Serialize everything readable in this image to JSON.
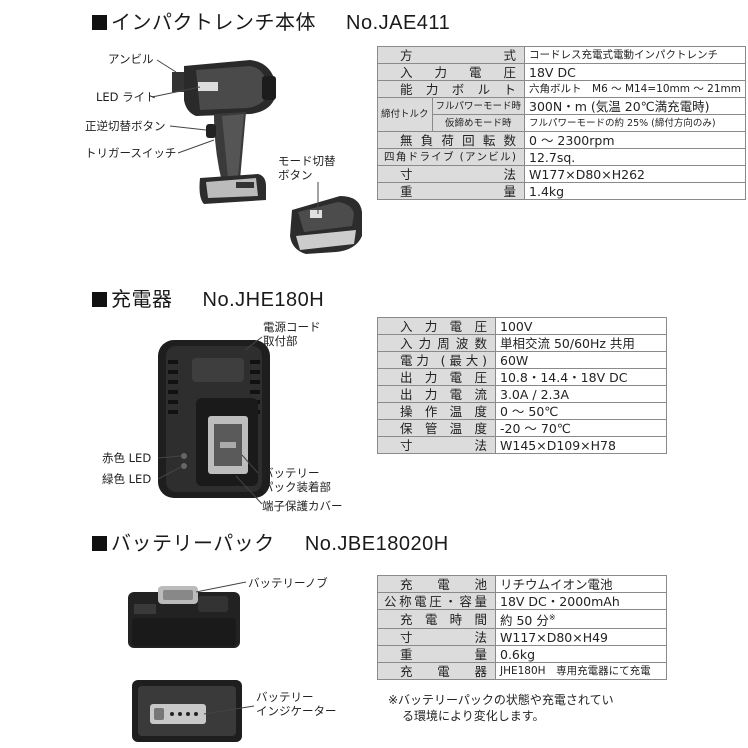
{
  "section1": {
    "title": "インパクトレンチ本体",
    "model": "No.JAE411",
    "labels": {
      "anvil": "アンビル",
      "led": "LED ライト",
      "reverse": "正逆切替ボタン",
      "trigger": "トリガースイッチ",
      "mode_line1": "モード切替",
      "mode_line2": "ボタン"
    },
    "specs": [
      {
        "k": "方　　式",
        "v": "コードレス充電式電動インパクトレンチ"
      },
      {
        "k": "入力電圧",
        "v": "18V DC"
      },
      {
        "k": "能力ボルト",
        "v": "六角ボルト　M6 ～ M14=10mm ～ 21mm"
      },
      {
        "k1": "締付トルク",
        "k2": "フルパワーモード時",
        "v": "300N・m (気温 20℃満充電時)"
      },
      {
        "k2": "仮締めモード時",
        "v": "フルパワーモードの約 25% (締付方向のみ)"
      },
      {
        "k": "無負荷回転数",
        "v": "0 ～ 2300rpm"
      },
      {
        "k": "四角ドライブ (アンビル)",
        "v": "12.7sq."
      },
      {
        "k": "寸　　法",
        "v": "W177×D80×H262"
      },
      {
        "k": "重　　量",
        "v": "1.4kg"
      }
    ]
  },
  "section2": {
    "title": "充電器",
    "model": "No.JHE180H",
    "labels": {
      "cord_line1": "電源コード",
      "cord_line2": "取付部",
      "red_led": "赤色 LED",
      "green_led": "緑色 LED",
      "slot_line1": "バッテリー",
      "slot_line2": "パック装着部",
      "cover": "端子保護カバー"
    },
    "specs": [
      {
        "k": "入力電圧",
        "v": "100V"
      },
      {
        "k": "入力周波数",
        "v": "単相交流 50/60Hz 共用"
      },
      {
        "k": "電力 (最大)",
        "v": "60W"
      },
      {
        "k": "出力電圧",
        "v": "10.8・14.4・18V DC"
      },
      {
        "k": "出力電流",
        "v": "3.0A / 2.3A"
      },
      {
        "k": "操作温度",
        "v": "0 ～ 50℃"
      },
      {
        "k": "保管温度",
        "v": "-20 ～ 70℃"
      },
      {
        "k": "寸　　法",
        "v": "W145×D109×H78"
      }
    ]
  },
  "section3": {
    "title": "バッテリーパック",
    "model": "No.JBE18020H",
    "labels": {
      "knob": "バッテリーノブ",
      "ind_line1": "バッテリー",
      "ind_line2": "インジケーター"
    },
    "specs": [
      {
        "k": "充　電　池",
        "v": "リチウムイオン電池"
      },
      {
        "k": "公称電圧・容量",
        "v": "18V DC・2000mAh"
      },
      {
        "k": "充電時間",
        "v": "約 50 分",
        "sup": "※"
      },
      {
        "k": "寸　　法",
        "v": "W117×D80×H49"
      },
      {
        "k": "重　　量",
        "v": "0.6kg"
      },
      {
        "k": "充　電　器",
        "v": "JHE180H　専用充電器にて充電"
      }
    ],
    "note_line1": "※バッテリーパックの状態や充電されてい",
    "note_line2": "る環境により変化します。"
  }
}
